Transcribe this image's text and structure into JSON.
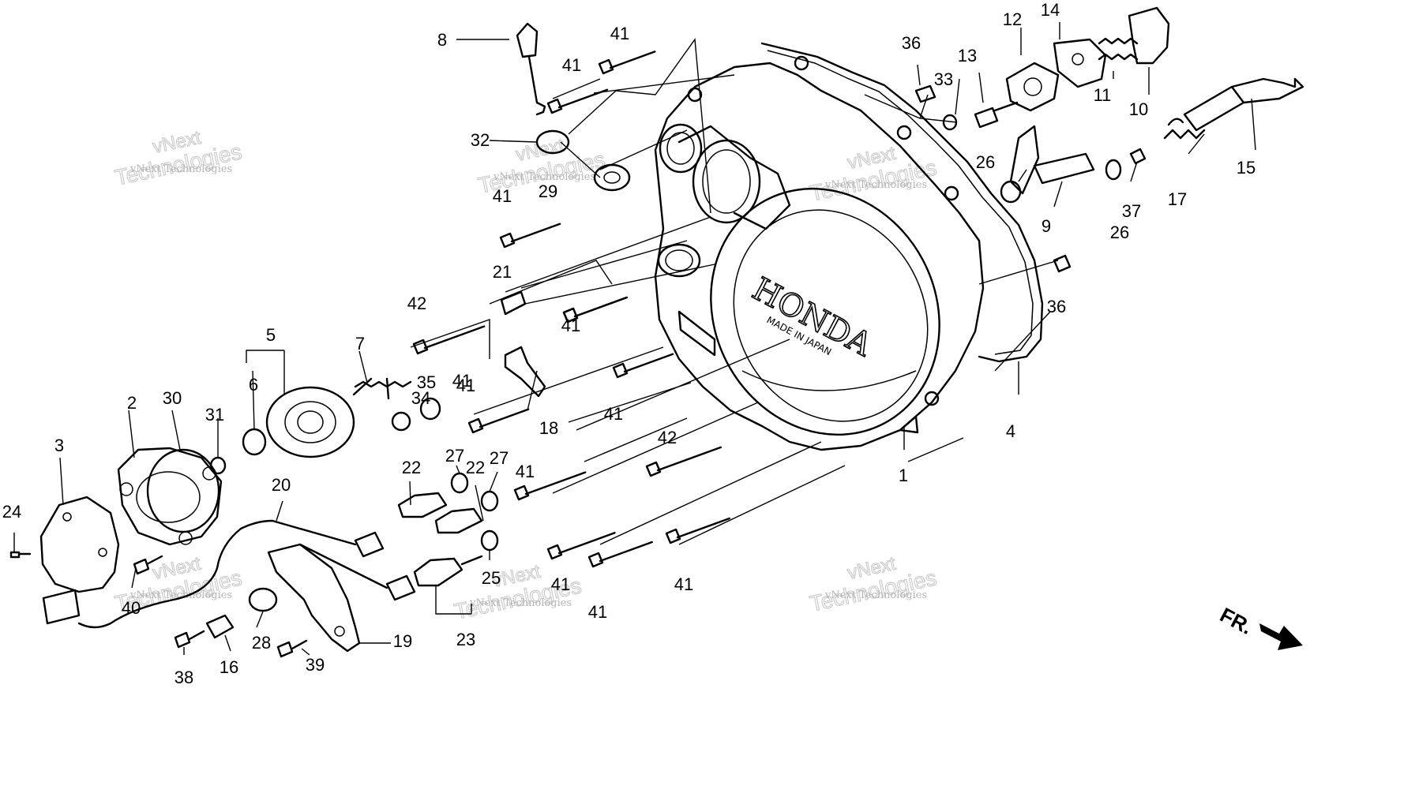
{
  "watermarks": [
    {
      "title": "vNext",
      "subtitle": "Technologies",
      "small": "vNext Technologies"
    },
    {
      "title": "vNext",
      "subtitle": "Technologies",
      "small": "vNext Technologies"
    },
    {
      "title": "vNext",
      "subtitle": "Technologies",
      "small": "vNext Technologies"
    },
    {
      "title": "vNext",
      "subtitle": "Technologies",
      "small": "vNext Technologies"
    },
    {
      "title": "vNext",
      "subtitle": "Technologies",
      "small": "vNext Technologies"
    },
    {
      "title": "vNext",
      "subtitle": "Technologies",
      "small": "vNext Technologies"
    }
  ],
  "cover_marks": {
    "brand": "HONDA",
    "origin": "MADE IN JAPAN"
  },
  "direction_indicator": "FR.",
  "callouts": [
    "8",
    "41",
    "41",
    "32",
    "29",
    "41",
    "21",
    "42",
    "41",
    "41",
    "41",
    "36",
    "33",
    "13",
    "12",
    "14",
    "11",
    "10",
    "26",
    "9",
    "26",
    "37",
    "17",
    "15",
    "36",
    "4",
    "1",
    "5",
    "6",
    "7",
    "34",
    "35",
    "41",
    "18",
    "2",
    "30",
    "31",
    "3",
    "24",
    "40",
    "20",
    "22",
    "27",
    "22",
    "27",
    "41",
    "42",
    "25",
    "23",
    "16",
    "28",
    "38",
    "39",
    "19",
    "41",
    "41",
    "41"
  ],
  "colors": {
    "line": "#000000",
    "watermark": "#c9c9c9",
    "background": "#ffffff"
  }
}
